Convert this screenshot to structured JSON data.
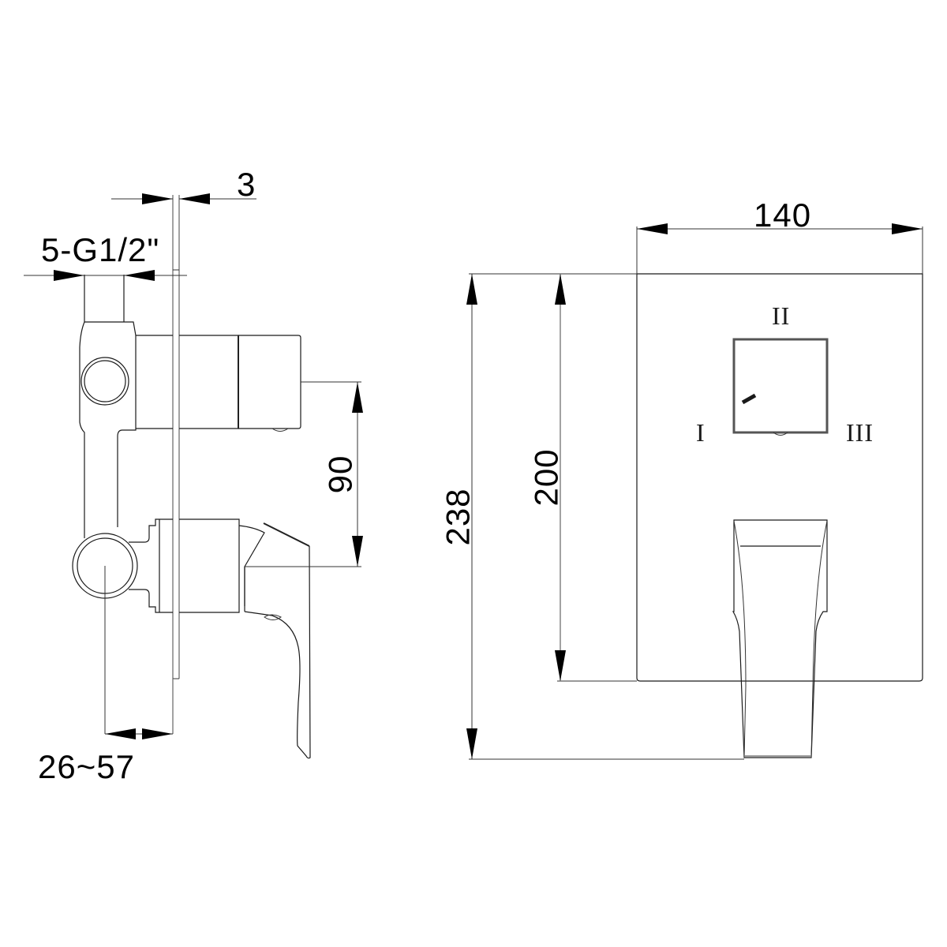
{
  "drawing": {
    "title": "Concealed shower mixer technical drawing",
    "line_color": "#1a1a1a",
    "background": "#ffffff",
    "side_view": {
      "dimensions": {
        "plate_thickness": "3",
        "thread_spec": "5-G1/2\"",
        "handle_spacing": "90",
        "install_depth": "26~57"
      }
    },
    "front_view": {
      "dimensions": {
        "plate_width": "140",
        "total_height": "238",
        "plate_height": "200"
      },
      "diverter_positions": [
        "I",
        "II",
        "III"
      ]
    }
  }
}
